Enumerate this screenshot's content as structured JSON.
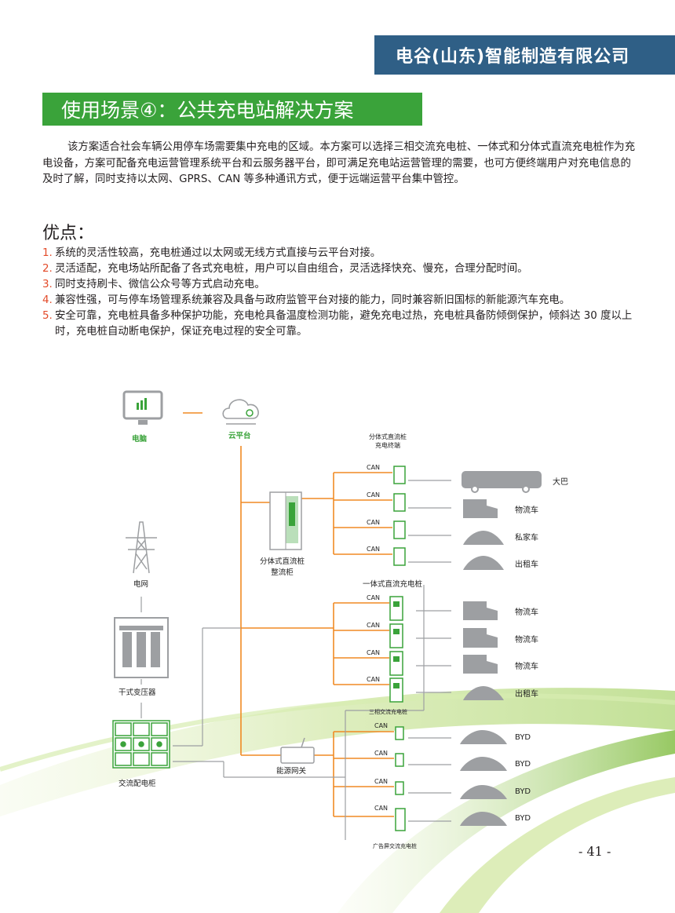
{
  "header": {
    "company": "电谷(山东)智能制造有限公司"
  },
  "section": {
    "title": "使用场景④：公共充电站解决方案"
  },
  "intro": "该方案适合社会车辆公用停车场需要集中充电的区域。本方案可以选择三相交流充电桩、一体式和分体式直流充电桩作为充电设备，方案可配备充电运营管理系统平台和云服务器平台，即可满足充电站运营管理的需要，也可方便终端用户对充电信息的及时了解，同时支持以太网、GPRS、CAN 等多种通讯方式，便于远端运营平台集中管控。",
  "advantages": {
    "title": "优点：",
    "items": [
      {
        "num": "1.",
        "text": "系统的灵活性较高，充电桩通过以太网或无线方式直接与云平台对接。"
      },
      {
        "num": "2.",
        "text": "灵活适配，充电场站所配备了各式充电桩，用户可以自由组合，灵活选择快充、慢充，合理分配时间。"
      },
      {
        "num": "3.",
        "text": "同时支持刷卡、微信公众号等方式启动充电。"
      },
      {
        "num": "4.",
        "text": "兼容性强，可与停车场管理系统兼容及具备与政府监管平台对接的能力，同时兼容新旧国标的新能源汽车充电。"
      },
      {
        "num": "5.",
        "text": "安全可靠，充电桩具备多种保护功能，充电枪具备温度检测功能，避免充电过热，充电桩具备防倾倒保护，倾斜达 30 度以上时，充电桩自动断电保护，保证充电过程的安全可靠。"
      }
    ]
  },
  "diagram": {
    "computer": "电脑",
    "cloud": "云平台",
    "grid": "电网",
    "transformer": "干式变压器",
    "ac_cabinet": "交流配电柜",
    "gateway": "能源网关",
    "split_terminal": "分体式直流桩\n充电终端",
    "split_rectifier": "分体式直流桩\n整流柜",
    "integrated_title": "一体式直流充电桩",
    "three_phase_title": "三相交流充电桩",
    "ad_screen": "广告屏交流充电桩",
    "can": "CAN",
    "group1_vehicles": [
      "大巴",
      "物流车",
      "私家车",
      "出租车"
    ],
    "group2_vehicles": [
      "物流车",
      "物流车",
      "物流车",
      "出租车"
    ],
    "group3_vehicles": [
      "BYD",
      "BYD",
      "BYD",
      "BYD"
    ],
    "colors": {
      "line": "#f08a24",
      "green": "#3aa33a",
      "grey": "#9d9fa2"
    }
  },
  "page_number": "- 41 -"
}
